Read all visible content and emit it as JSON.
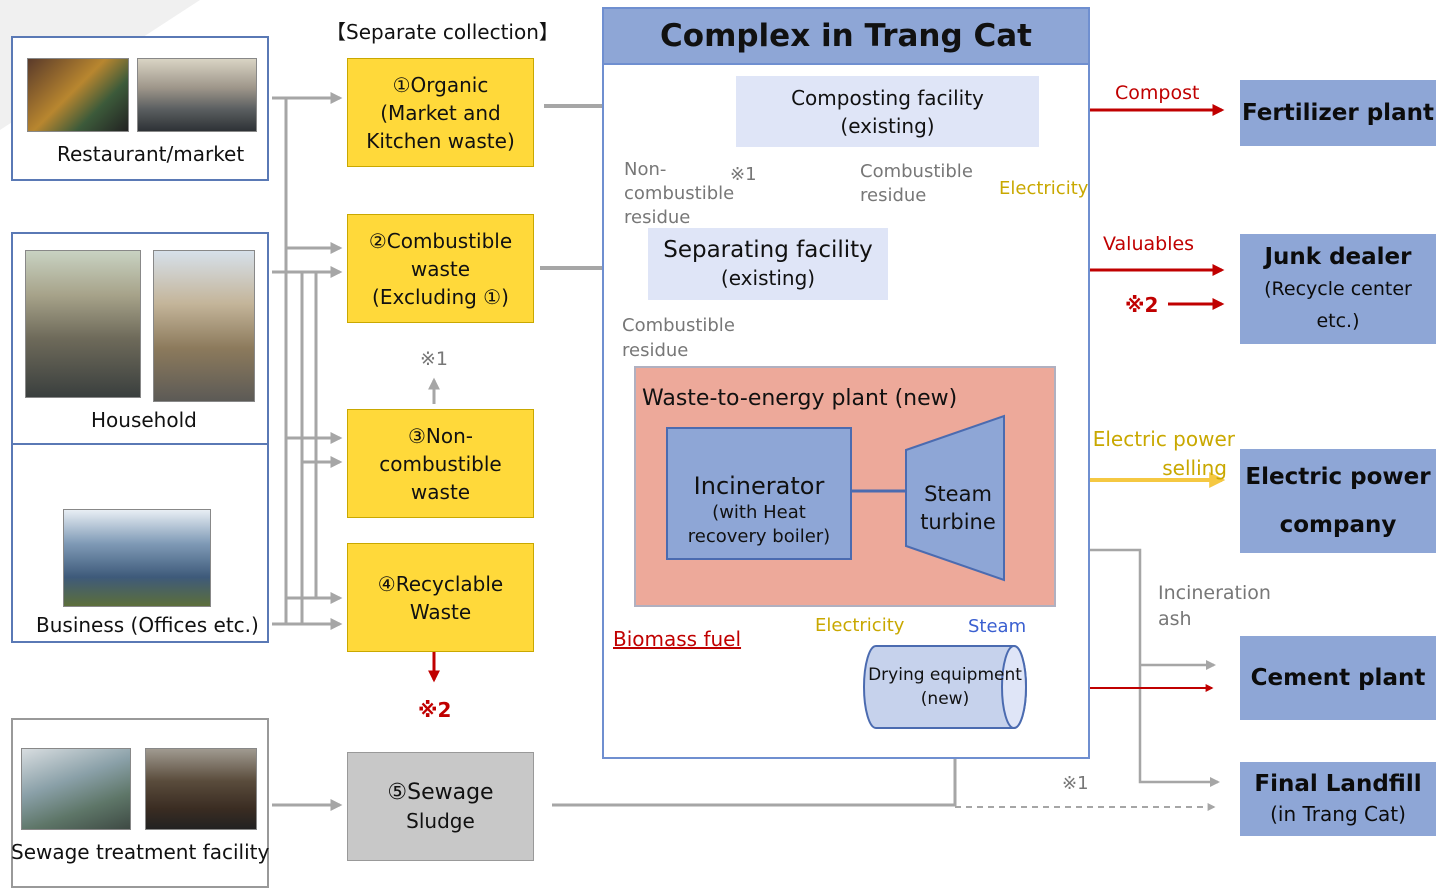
{
  "sources": {
    "restaurant": "Restaurant/market",
    "household": "Household",
    "business": "Business (Offices etc.)",
    "sewage": "Sewage treatment facility"
  },
  "separate_collection": "【Separate collection】",
  "categories": {
    "c1": {
      "l1": "①Organic",
      "l2": "(Market and",
      "l3": "Kitchen waste)"
    },
    "c2": {
      "l1": "②Combustible",
      "l2": "waste",
      "l3": "(Excluding ①)"
    },
    "c3": {
      "l1": "③Non-",
      "l2": "combustible",
      "l3": "waste"
    },
    "c4": {
      "l1": "④Recyclable",
      "l2": "Waste"
    },
    "c5": {
      "l1": "⑤Sewage",
      "l2": "Sludge"
    }
  },
  "complex": {
    "title": "Complex in Trang Cat",
    "composting": {
      "l1": "Composting facility",
      "l2": "(existing)"
    },
    "separating": {
      "l1": "Separating facility",
      "l2": "(existing)"
    },
    "wte": "Waste-to-energy plant (new)",
    "incinerator": {
      "l1": "Incinerator",
      "l2": "(with Heat",
      "l3": "recovery boiler)"
    },
    "turbine": {
      "l1": "Steam",
      "l2": "turbine"
    },
    "drying": {
      "l1": "Drying equipment",
      "l2": "(new)"
    }
  },
  "labels": {
    "noncomb_l1": "Non-",
    "noncomb_l2": "combustible",
    "noncomb_l3": "residue",
    "note1_top": "※1",
    "note1_mid": "※1",
    "note1_bottom": "※1",
    "note2_left": "※2",
    "note2_right": "※2",
    "comb_res_top_l1": "Combustible",
    "comb_res_top_l2": "residue",
    "comb_res_bot_l1": "Combustible",
    "comb_res_bot_l2": "residue",
    "electricity_top": "Electricity",
    "electricity_bottom": "Electricity",
    "steam": "Steam",
    "biomass": "Biomass fuel",
    "compost": "Compost",
    "valuables": "Valuables",
    "power_l1": "Electric power",
    "power_l2": "selling",
    "ash_l1": "Incineration",
    "ash_l2": "ash"
  },
  "outputs": {
    "fertilizer": "Fertilizer plant",
    "junk_l1": "Junk dealer",
    "junk_l2": "(Recycle center",
    "junk_l3": "etc.)",
    "power_l1": "Electric power",
    "power_l2": "company",
    "cement": "Cement plant",
    "landfill_l1": "Final Landfill",
    "landfill_l2": "(in Trang Cat)"
  },
  "colors": {
    "gray_arrow": "#a6a6a6",
    "red_arrow": "#c00000",
    "yellow_arrow": "#f5c842",
    "blue_arrow": "#3a5fd0",
    "box_yellow": "#ffd93a",
    "box_blue": "#8ea6d6",
    "wte_fill": "#eda99a"
  }
}
